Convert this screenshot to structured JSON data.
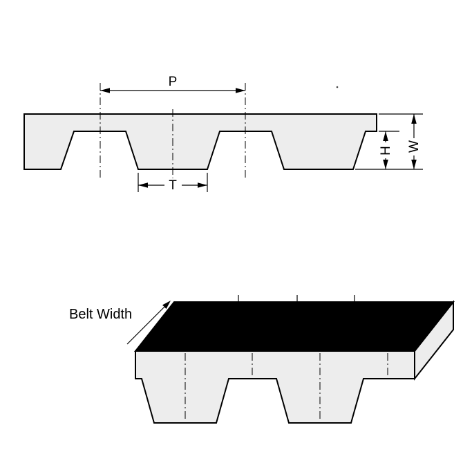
{
  "view": {
    "cross_section": {
      "pitch_label": "P",
      "tooth_width_label": "T",
      "tooth_height_label": "H",
      "thickness_label": "W"
    },
    "isometric": {
      "belt_width_label": "Belt Width"
    },
    "colors": {
      "belt_fill": "#ededed",
      "top_surface_fill": "#000000",
      "line": "#000000",
      "background": "#ffffff"
    }
  }
}
